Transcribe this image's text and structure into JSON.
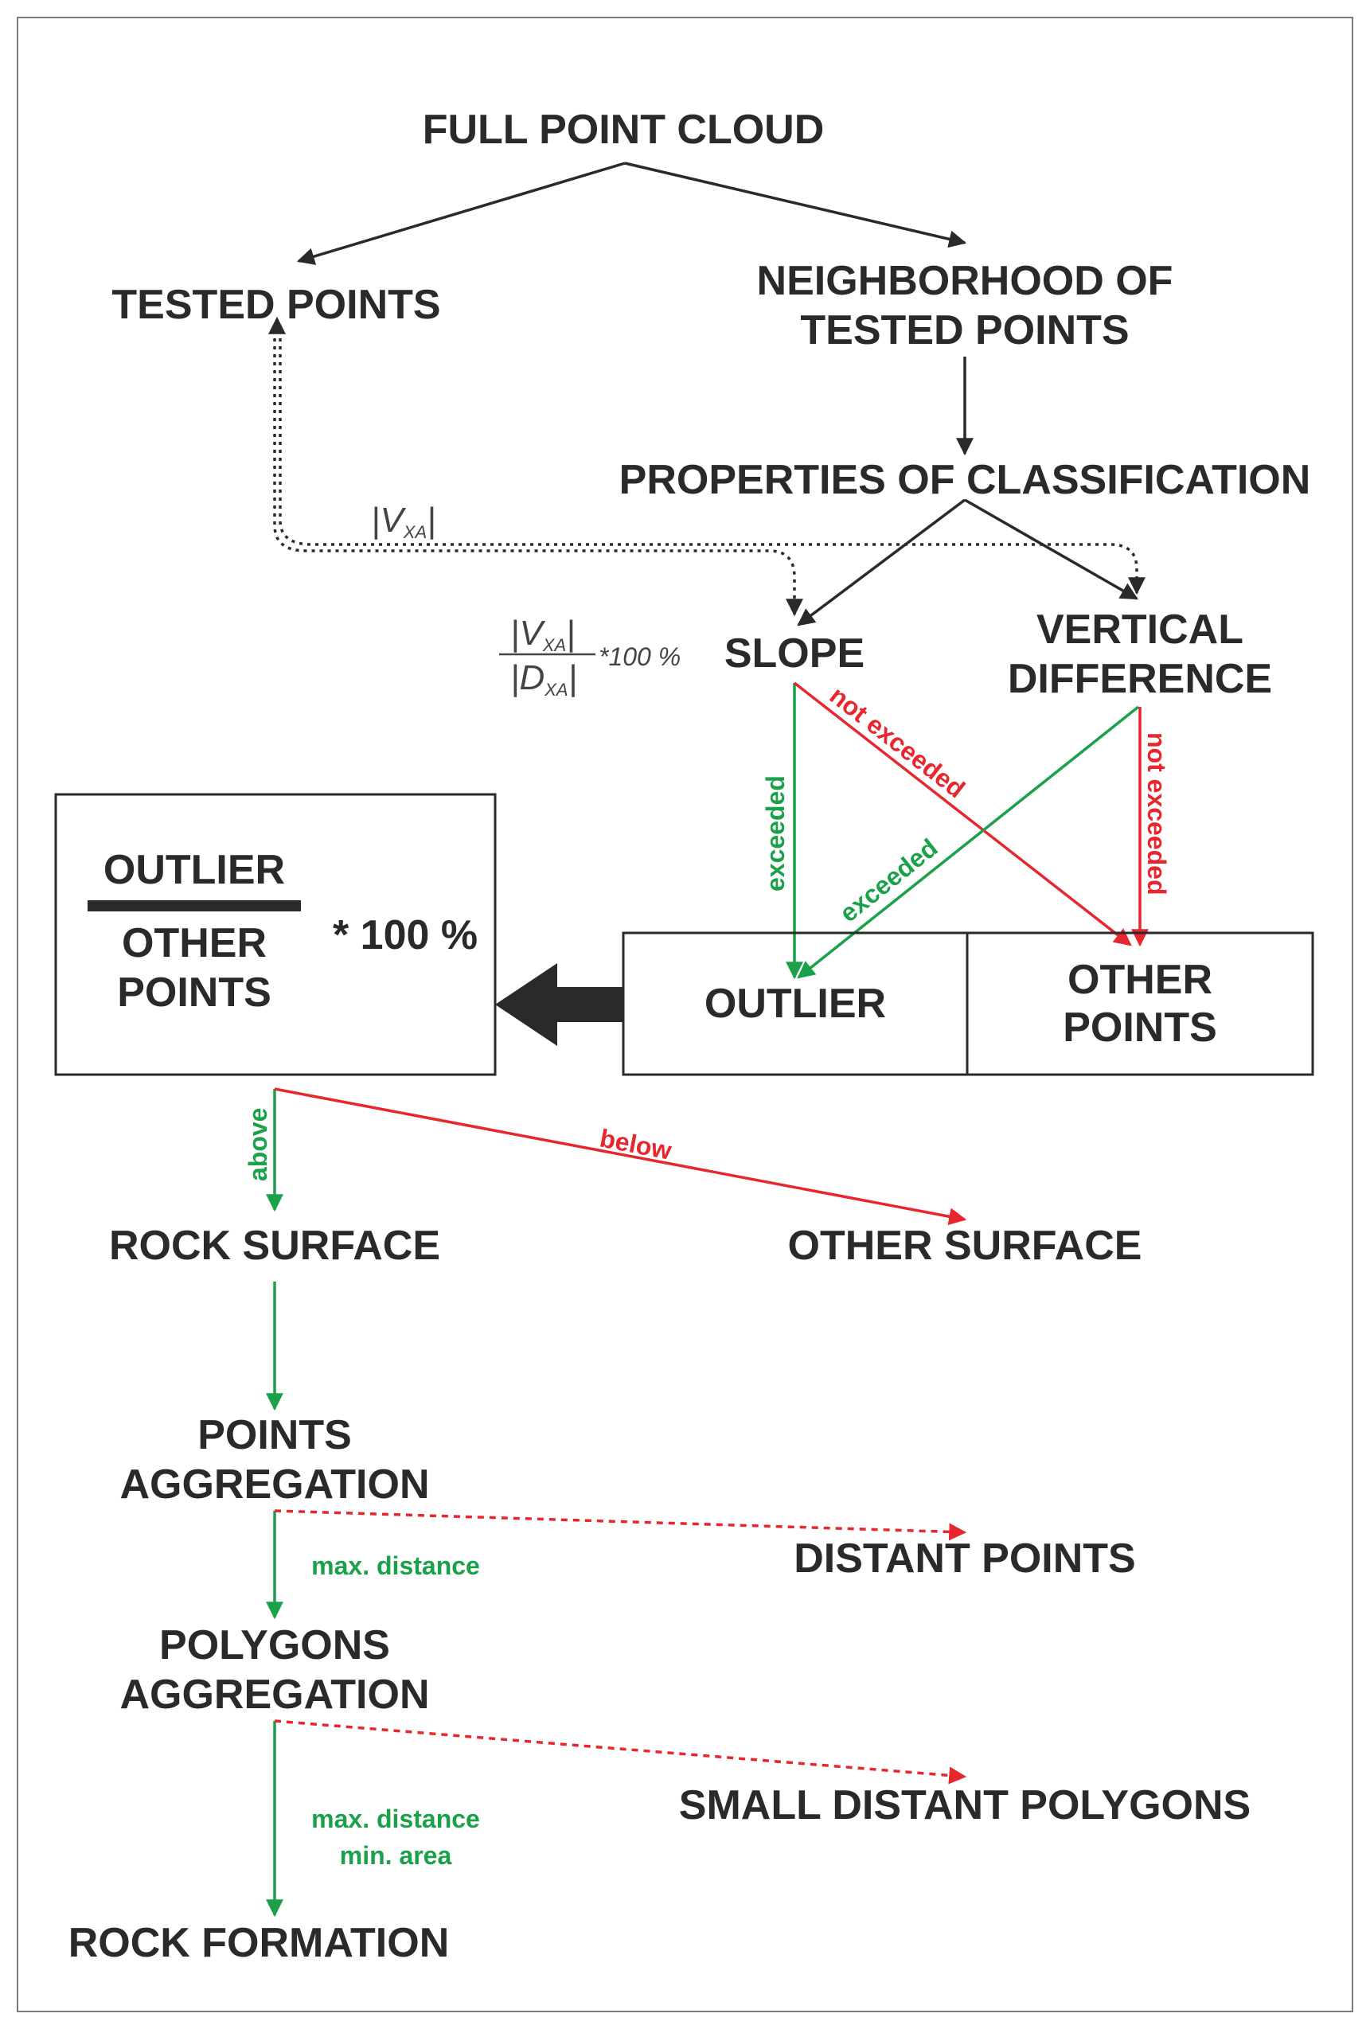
{
  "colors": {
    "ink": "#2a2a2a",
    "green": "#1aa14a",
    "red": "#e8262d",
    "frame": "#7a7a7a",
    "background": "#ffffff"
  },
  "nodes": {
    "full_point_cloud": "FULL POINT CLOUD",
    "tested_points": "TESTED POINTS",
    "neighborhood": [
      "NEIGHBORHOOD OF",
      "TESTED POINTS"
    ],
    "properties": "PROPERTIES OF CLASSIFICATION",
    "slope": "SLOPE",
    "vertical_difference": [
      "VERTICAL",
      "DIFFERENCE"
    ],
    "outlier_box": "OUTLIER",
    "other_points_box": [
      "OTHER",
      "POINTS"
    ],
    "ratio_numerator": "OUTLIER",
    "ratio_denominator": [
      "OTHER",
      "POINTS"
    ],
    "ratio_multiplier": "* 100 %",
    "rock_surface": "ROCK SURFACE",
    "other_surface": "OTHER SURFACE",
    "points_aggregation": [
      "POINTS",
      "AGGREGATION"
    ],
    "distant_points": "DISTANT POINTS",
    "polygons_aggregation": [
      "POLYGONS",
      "AGGREGATION"
    ],
    "small_distant_polygons": "SMALL DISTANT POLYGONS",
    "rock_formation": "ROCK FORMATION"
  },
  "formulas": {
    "abs_v": {
      "bar": "|",
      "letter": "V",
      "sub": "XA"
    },
    "slope_formula": {
      "num_letter": "V",
      "num_sub": "XA",
      "den_letter": "D",
      "den_sub": "XA",
      "bar": "|",
      "suffix": "*100 %"
    }
  },
  "edge_labels": {
    "slope_exceeded": "exceeded",
    "slope_not_exceeded": "not exceeded",
    "vd_exceeded": "exceeded",
    "vd_not_exceeded": "not exceeded",
    "above": "above",
    "below": "below",
    "max_distance": "max. distance",
    "max_distance_2": "max. distance",
    "min_area": "min. area"
  }
}
